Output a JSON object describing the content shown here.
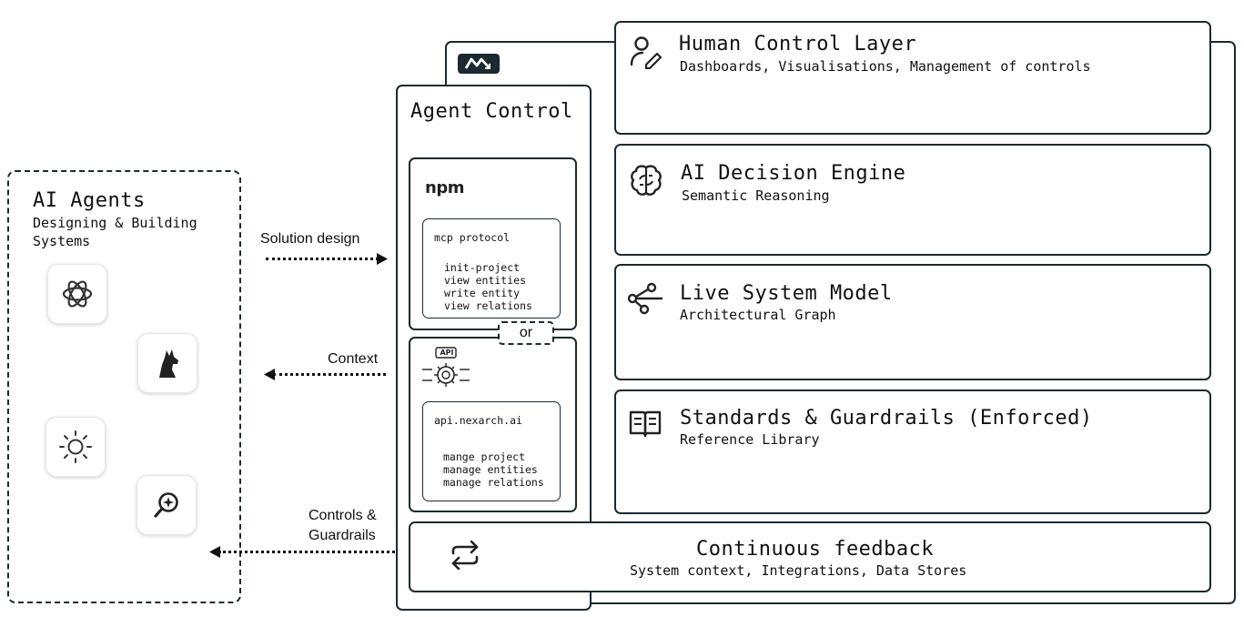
{
  "ai_agents": {
    "title": "AI Agents",
    "subtitle_line1": "Designing & Building",
    "subtitle_line2": "Systems"
  },
  "arrows": {
    "solution_design": "Solution design",
    "context": "Context",
    "controls_line1": "Controls &",
    "controls_line2": "Guardrails"
  },
  "agent_control": {
    "title": "Agent Control",
    "npm_label": "npm",
    "mcp_title": "mcp protocol",
    "mcp_items": [
      "init-project",
      "view entities",
      "write entity",
      "view relations"
    ],
    "or_label": "or",
    "api_badge": "API",
    "api_title": "api.nexarch.ai",
    "api_items": [
      "mange project",
      "manage entities",
      "manage relations"
    ]
  },
  "layers": [
    {
      "title": "Human Control Layer",
      "subtitle": "Dashboards, Visualisations, Management of controls",
      "icon": "user-edit-icon"
    },
    {
      "title": "AI Decision Engine",
      "subtitle": "Semantic Reasoning",
      "icon": "brain-icon"
    },
    {
      "title": "Live System Model",
      "subtitle": "Architectural Graph",
      "icon": "graph-nodes-icon"
    },
    {
      "title": "Standards & Guardrails (Enforced)",
      "subtitle": "Reference Library",
      "icon": "book-icon"
    }
  ],
  "feedback": {
    "title": "Continuous feedback",
    "subtitle": "System context, Integrations, Data Stores",
    "icon": "repeat-arrows-icon"
  },
  "colors": {
    "stroke": "#1a2a30",
    "logo_bg": "#1a2a30"
  }
}
